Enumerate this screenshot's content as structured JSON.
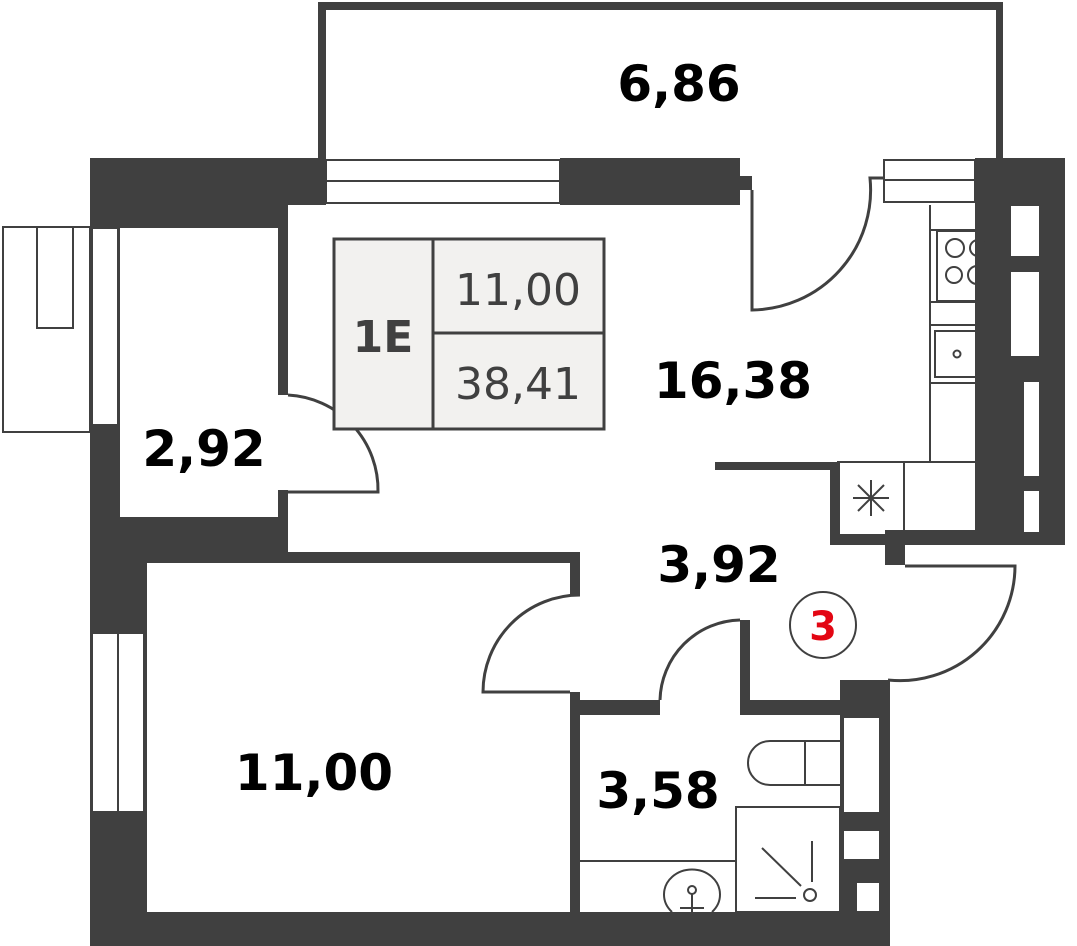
{
  "plan": {
    "apartment_type": "1E",
    "living_area": "11,00",
    "total_area": "38,41",
    "apartment_number": "3",
    "rooms": {
      "balcony": "6,86",
      "kitchen_living": "16,38",
      "storage": "2,92",
      "hall": "3,92",
      "bedroom": "11,00",
      "bathroom": "3,58"
    },
    "colors": {
      "wall": "#404040",
      "label_box": "#f2f1ef",
      "number_accent": "#e30613"
    }
  }
}
